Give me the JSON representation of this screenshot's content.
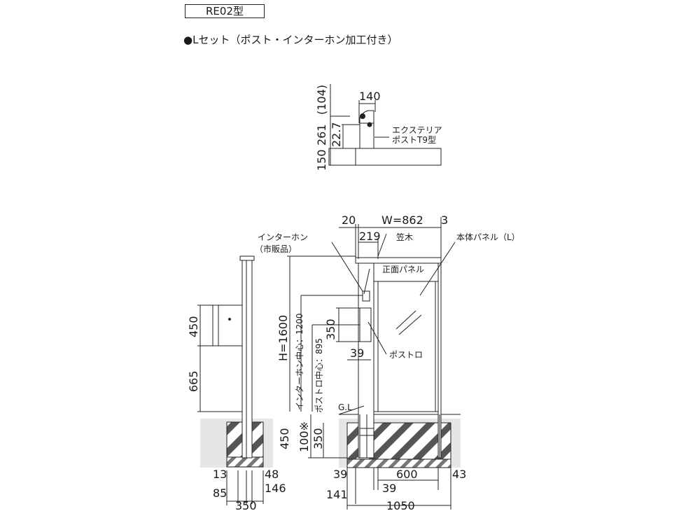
{
  "header": {
    "model": "RE02型",
    "set_name": "●Lセット（ポスト・インターホン加工付き）"
  },
  "top_detail": {
    "width_140": "140",
    "dim_104": "(104)",
    "dim_261": "261",
    "dim_227": "22.7",
    "dim_150": "150",
    "post_label_1": "エクステリア",
    "post_label_2": "ポストT9型"
  },
  "side_view": {
    "dim_450": "450",
    "dim_665": "665",
    "dim_450_ground": "450",
    "dim_13": "13",
    "dim_48": "48",
    "dim_85": "85",
    "dim_146": "146",
    "dim_350": "350"
  },
  "front_view": {
    "dim_20": "20",
    "width_label": "W=862",
    "dim_3": "3",
    "dim_219": "219",
    "kasagi": "笠木",
    "main_panel": "本体パネル（L）",
    "intercom_1": "インターホン",
    "intercom_2": "（市販品）",
    "front_panel": "正面パネル",
    "height_label": "H=1600",
    "intercom_center": "インターホン中心：1200",
    "post_center": "ポストロ中心：895",
    "dim_350": "350",
    "dim_39": "39",
    "post_mouth": "ポストロ",
    "gl": "G.L",
    "dim_100": "100※",
    "dim_350_base": "350",
    "bottom_39": "39",
    "bottom_600": "600",
    "bottom_43": "43",
    "bottom_141": "141",
    "bottom_39b": "39",
    "bottom_1050": "1050"
  }
}
